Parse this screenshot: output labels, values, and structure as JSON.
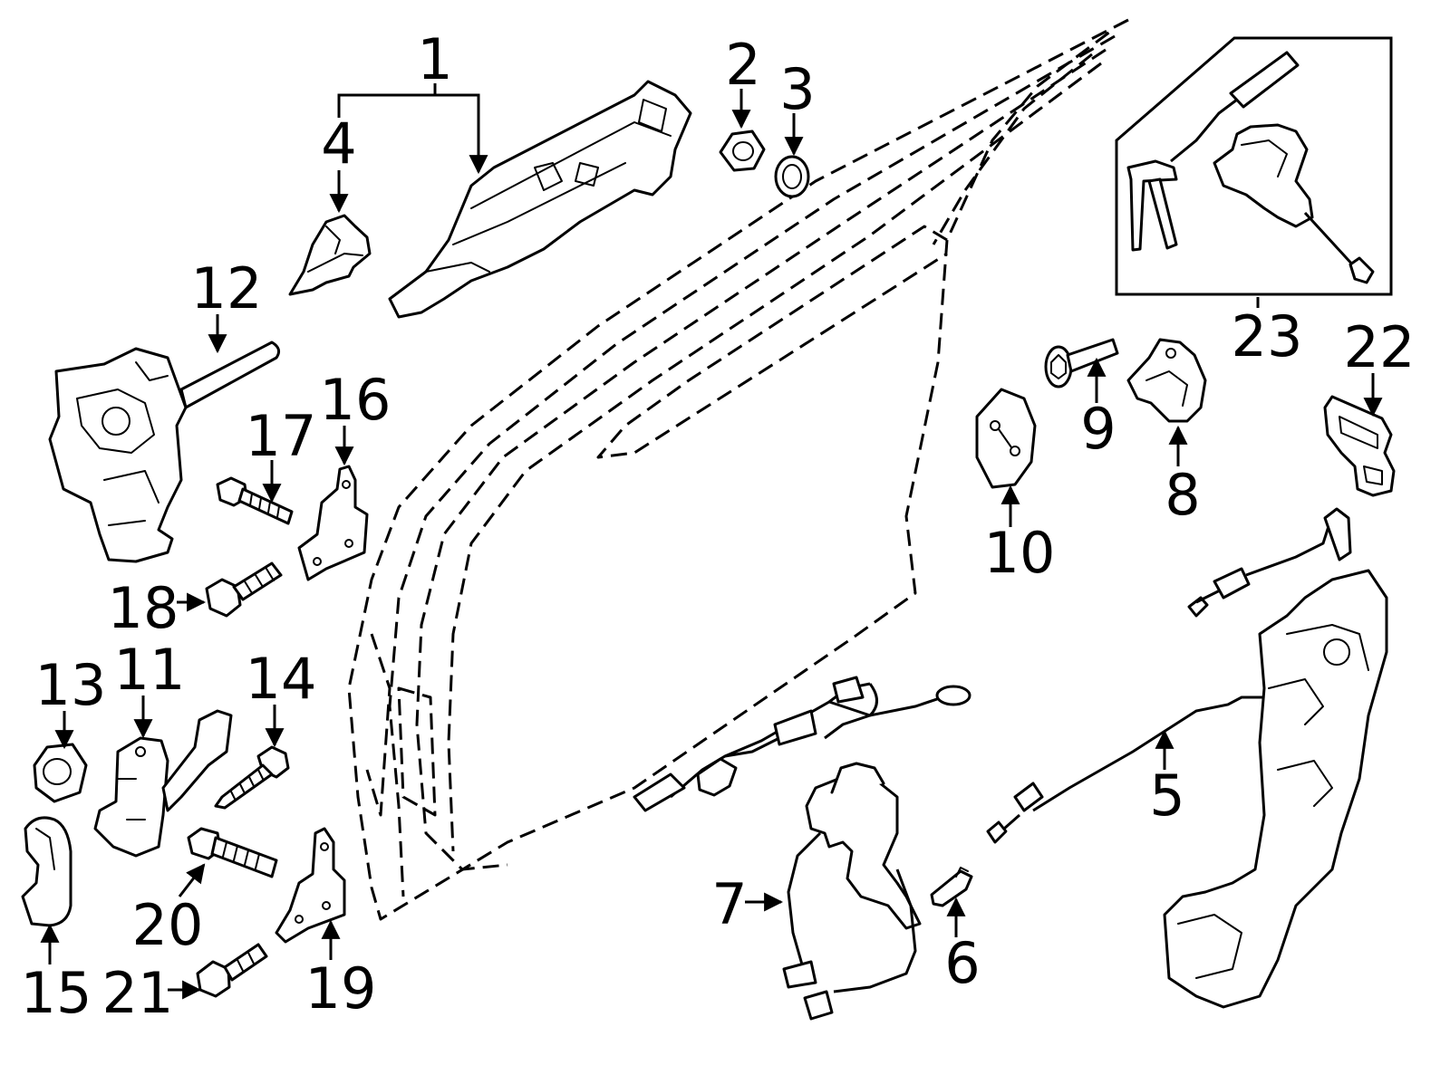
{
  "callouts": {
    "c1": "1",
    "c2": "2",
    "c3": "3",
    "c4": "4",
    "c5": "5",
    "c6": "6",
    "c7": "7",
    "c8": "8",
    "c9": "9",
    "c10": "10",
    "c11": "11",
    "c12": "12",
    "c13": "13",
    "c14": "14",
    "c15": "15",
    "c16": "16",
    "c17": "17",
    "c18": "18",
    "c19": "19",
    "c20": "20",
    "c21": "21",
    "c22": "22",
    "c23": "23"
  },
  "colors": {
    "line": "#000000",
    "background": "#ffffff"
  }
}
